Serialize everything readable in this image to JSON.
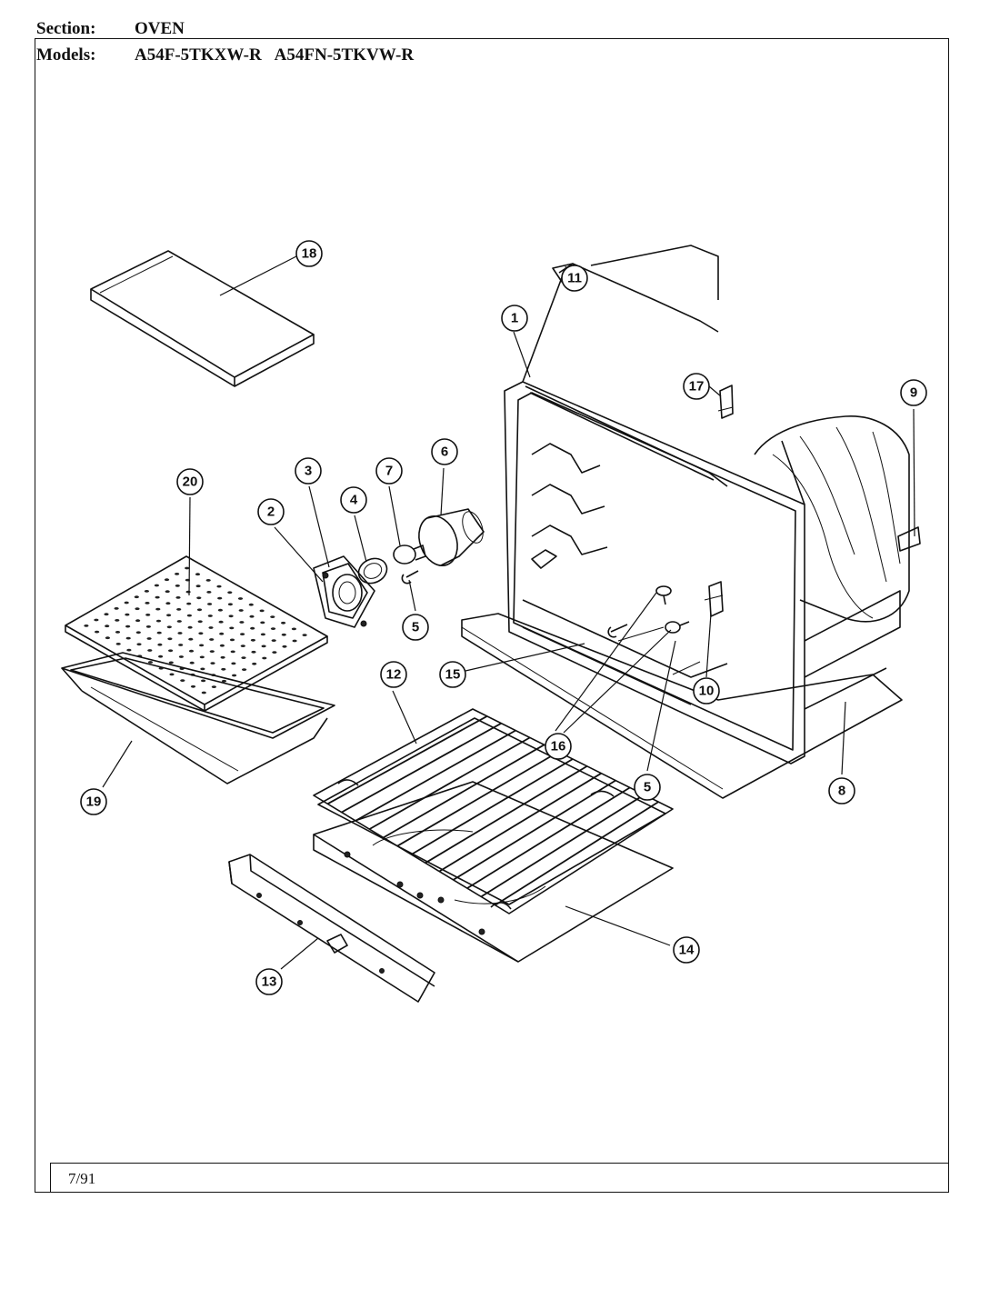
{
  "header": {
    "section_label": "Section:",
    "section_value": "OVEN",
    "models_label": "Models:",
    "models": [
      "A54F-5TKXW-R",
      "A54FN-5TKVW-R"
    ]
  },
  "footer": {
    "date": "7/91"
  },
  "callouts": [
    "1",
    "2",
    "3",
    "4",
    "5",
    "6",
    "7",
    "8",
    "9",
    "10",
    "11",
    "12",
    "13",
    "14",
    "15",
    "16",
    "17",
    "18",
    "19",
    "20"
  ]
}
